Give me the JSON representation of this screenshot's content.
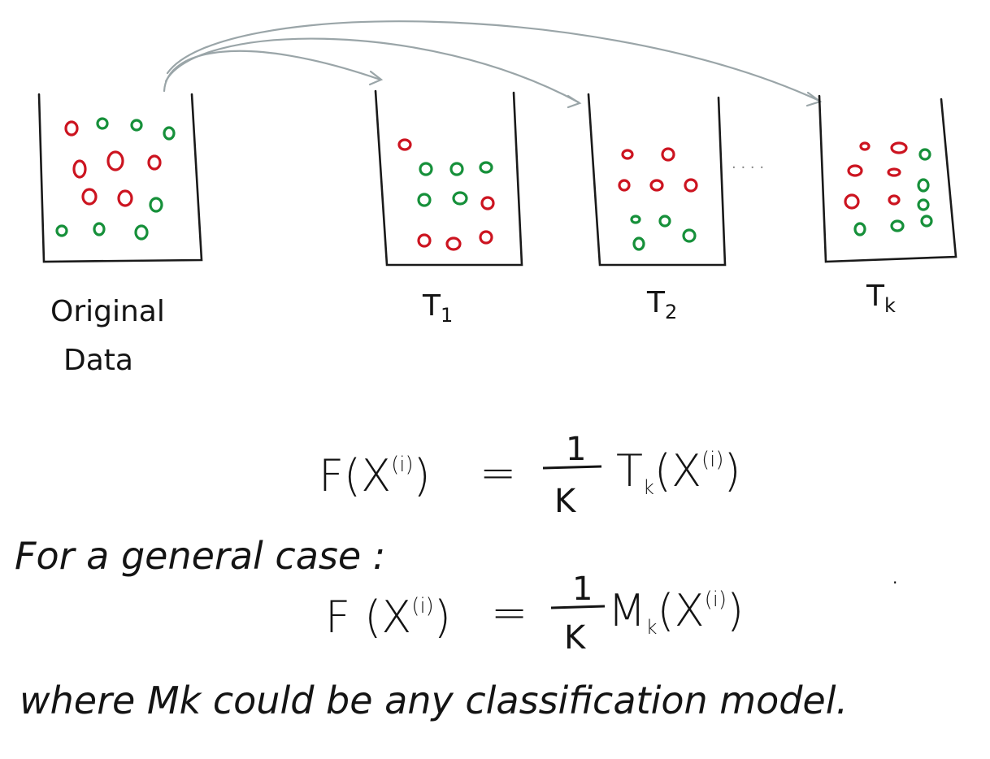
{
  "colors": {
    "red": "#cc1420",
    "green": "#16903a",
    "ink": "#141414",
    "arrow": "#9aa5a8"
  },
  "containers": {
    "original": {
      "label_line1": "Original",
      "label_line2": "Data"
    },
    "t1": {
      "label_main": "T",
      "label_sub": "1"
    },
    "t2": {
      "label_main": "T",
      "label_sub": "2"
    },
    "tk": {
      "label_main": "T",
      "label_sub": "k"
    },
    "ellipsis": "· · · ·"
  },
  "formula1": {
    "lhs": "F(X",
    "lhs_sup": "(i)",
    "lhs_close": ")",
    "equals": "=",
    "numerator": "1",
    "denominator": "K",
    "rhs_fn": "T",
    "rhs_sub": "k",
    "rhs_arg": "(X",
    "rhs_sup": "(i)",
    "rhs_close": ")"
  },
  "general_case_text": "For a general case :",
  "formula2": {
    "lhs": "F (X",
    "lhs_sup": "(i)",
    "lhs_close": ")",
    "equals": "=",
    "numerator": "1",
    "denominator": "K",
    "rhs_fn": "M",
    "rhs_sub": "k",
    "rhs_arg": "(X",
    "rhs_sup": "(i)",
    "rhs_close": ")"
  },
  "footnote": "where Mk could be any classification model."
}
